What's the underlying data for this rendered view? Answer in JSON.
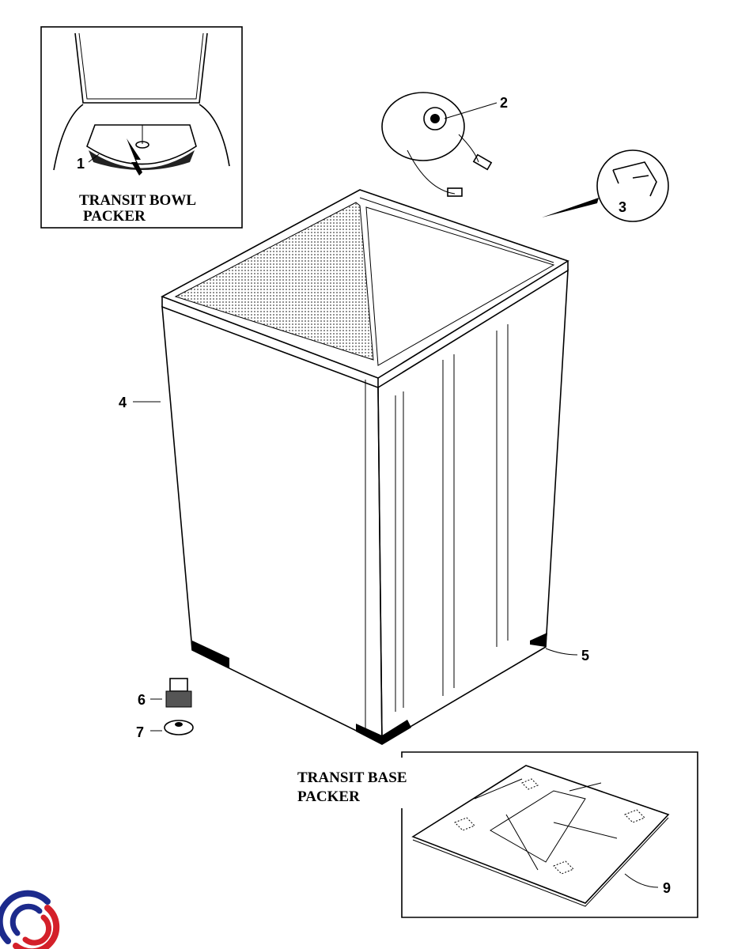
{
  "diagram": {
    "insets": {
      "bowl_packer_caption_line1": "TRANSIT BOWL",
      "bowl_packer_caption_line2": "PACKER",
      "base_packer_caption_line1": "TRANSIT BASE",
      "base_packer_caption_line2": "PACKER"
    },
    "callouts": [
      "1",
      "2",
      "3",
      "4",
      "5",
      "6",
      "7",
      "9"
    ],
    "logo": {
      "colors": [
        "#1c2a8c",
        "#d4202a"
      ]
    }
  }
}
